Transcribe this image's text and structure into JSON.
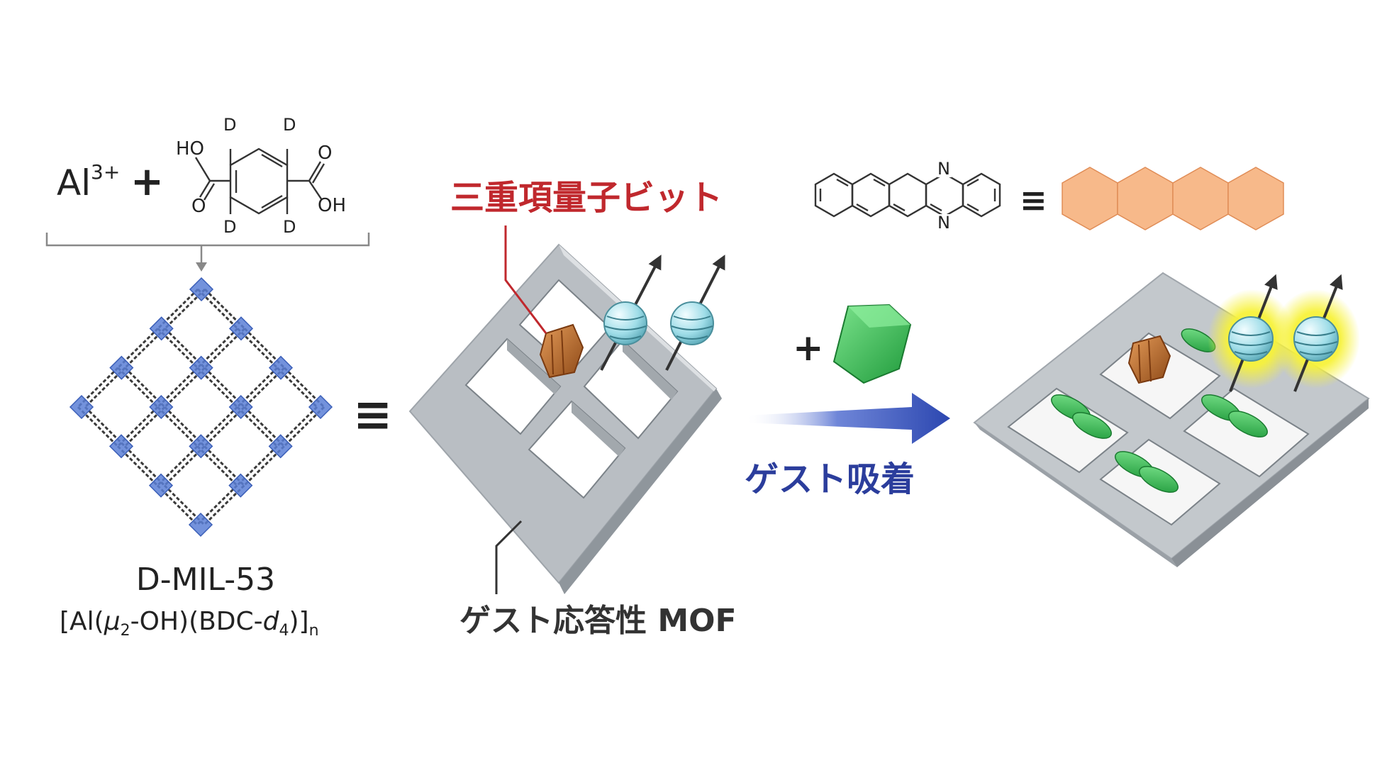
{
  "reaction": {
    "metal_ion": "Al",
    "metal_charge": "3+",
    "plus": "+",
    "linker_atoms": {
      "ho": "HO",
      "oh": "OH",
      "o_left": "O",
      "o_right": "O",
      "d": "D"
    }
  },
  "mof_structure": {
    "name": "D-MIL-53",
    "formula": {
      "open": "[Al(",
      "mu": "μ",
      "mu_sub": "2",
      "mid": "-OH)(BDC-",
      "d": "d",
      "d_sub": "4",
      "close": ")]",
      "n": "n"
    },
    "equiv": "≡"
  },
  "center": {
    "qubit_label": "三重項量子ビット",
    "mof_label": "ゲスト応答性 MOF"
  },
  "process": {
    "plus": "+",
    "arrow_label": "ゲスト吸着"
  },
  "guest_molecule": {
    "n_top": "N",
    "n_bottom": "N",
    "equiv": "≡"
  },
  "colors": {
    "qubit_label": "#c0282d",
    "arrow_label": "#2b3d9c",
    "arrow": "#3450b8",
    "frame": "#b9bec3",
    "spin_sphere": "#a9e3ec",
    "chromophore": "#b8692c",
    "guest": "#2fbf55",
    "hexagon": "#f7b98a",
    "glow": "#f6f13a",
    "metal_node": "#5b7fd6"
  }
}
